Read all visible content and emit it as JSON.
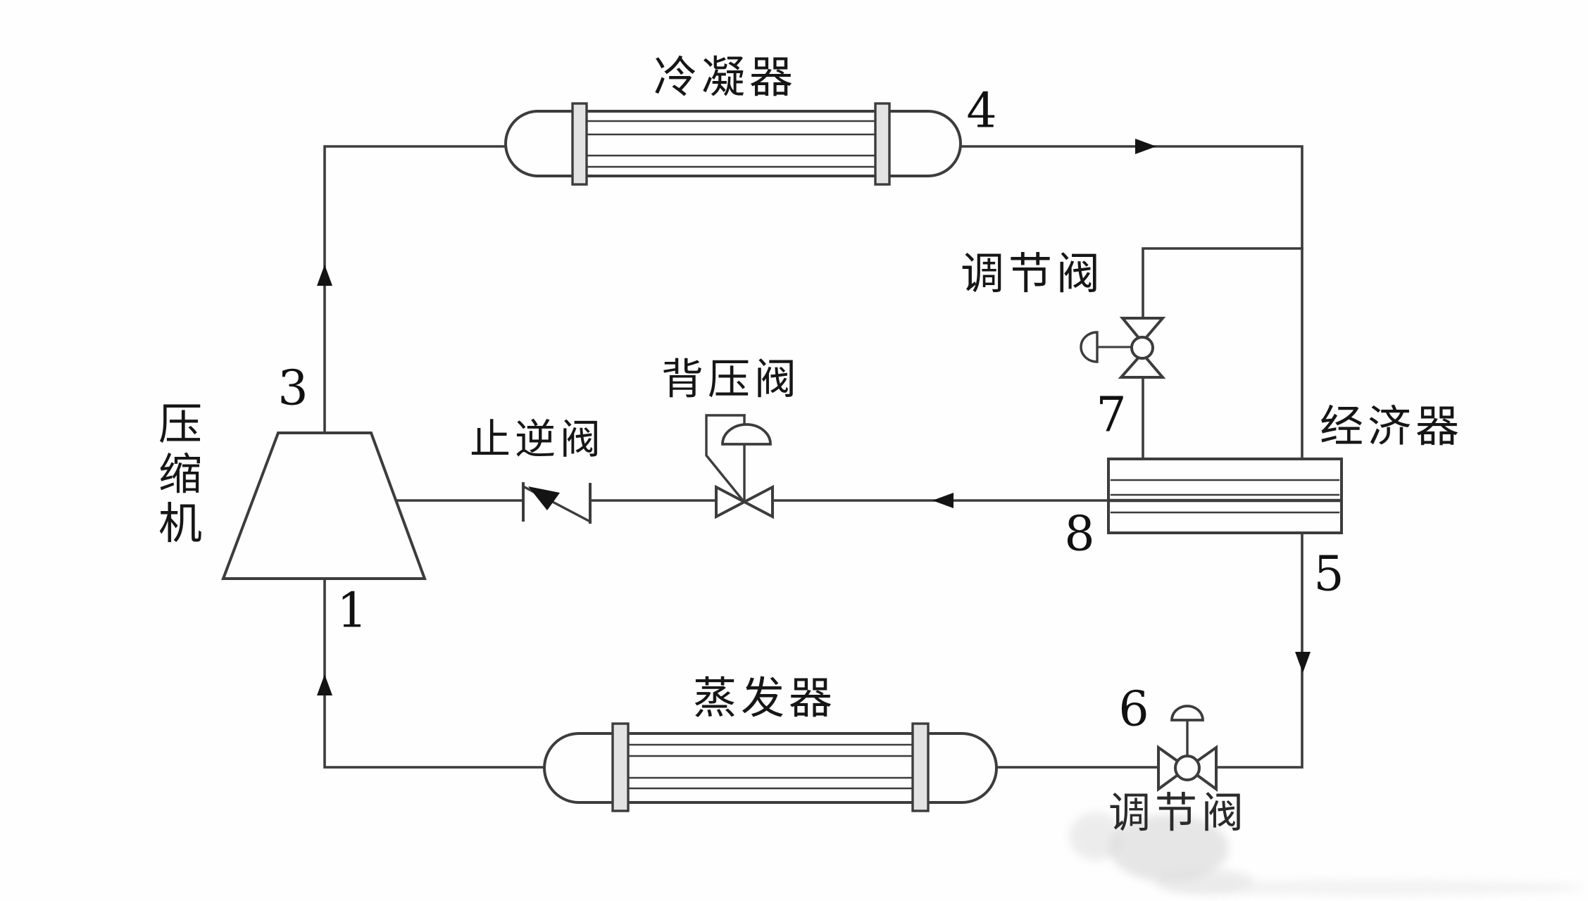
{
  "canvas": {
    "background": "#fefefe",
    "line_color": "#3c3c3c",
    "arrow_color": "#141414",
    "text_color": "#161616"
  },
  "components": {
    "condenser": {
      "label": "冷凝器"
    },
    "evaporator": {
      "label": "蒸发器"
    },
    "economizer": {
      "label": "经济器"
    },
    "compressor": {
      "label": "压缩机"
    },
    "check_valve": {
      "label": "止逆阀"
    },
    "back_pressure_valve": {
      "label": "背压阀"
    },
    "regulating_valve_top": {
      "label": "调节阀"
    },
    "regulating_valve_bottom": {
      "label": "调节阀"
    }
  },
  "state_points": {
    "p1": "1",
    "p3": "3",
    "p4": "4",
    "p5": "5",
    "p6": "6",
    "p7": "7",
    "p8": "8"
  }
}
